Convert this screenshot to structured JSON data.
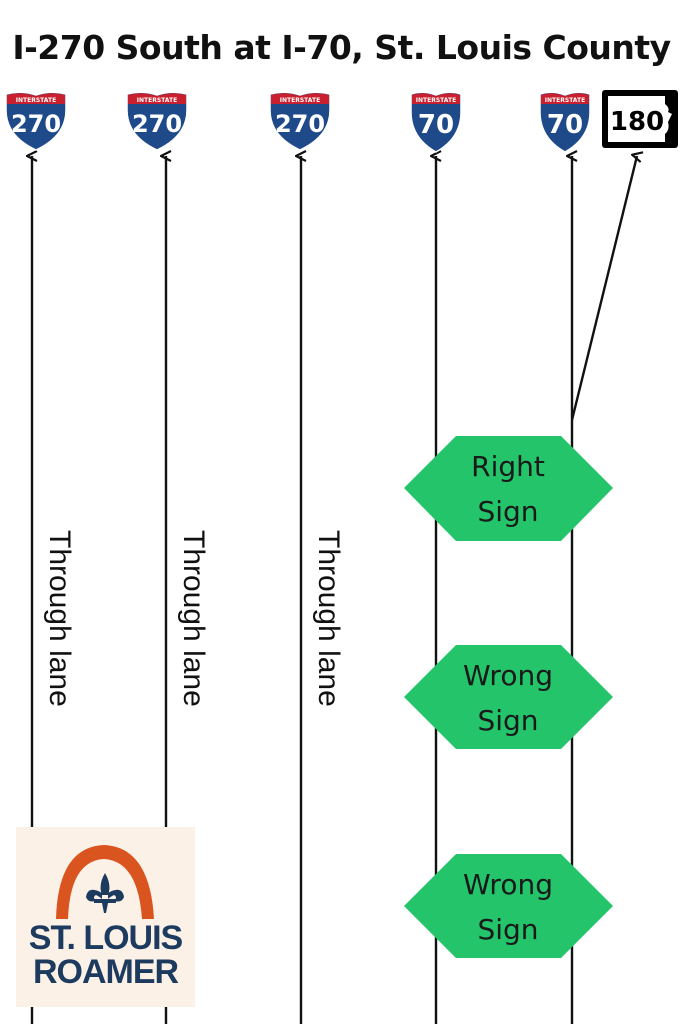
{
  "title": "I-270 South at I-70, St. Louis County",
  "shields": [
    {
      "type": "interstate",
      "top_text": "INTERSTATE",
      "number": "270"
    },
    {
      "type": "interstate",
      "top_text": "INTERSTATE",
      "number": "270"
    },
    {
      "type": "interstate",
      "top_text": "INTERSTATE",
      "number": "270"
    },
    {
      "type": "interstate",
      "top_text": "INTERSTATE",
      "number": "70"
    },
    {
      "type": "interstate",
      "top_text": "INTERSTATE",
      "number": "70"
    },
    {
      "type": "missouri-route",
      "number": "180"
    }
  ],
  "lanes": [
    {
      "label": "Through lane"
    },
    {
      "label": "Through lane"
    },
    {
      "label": "Through lane"
    },
    {
      "label": ""
    },
    {
      "label": ""
    }
  ],
  "signs": [
    {
      "line1": "Right",
      "line2": "Sign"
    },
    {
      "line1": "Wrong",
      "line2": "Sign"
    },
    {
      "line1": "Wrong",
      "line2": "Sign"
    }
  ],
  "logo": {
    "line1": "ST. LOUIS",
    "line2": "ROAMER"
  },
  "colors": {
    "interstate_blue": "#1f4a8a",
    "interstate_red": "#c8202f",
    "sign_green": "#23c46a",
    "logo_navy": "#1d3b5e",
    "logo_orange": "#d9541e",
    "logo_bg": "#fbf1e6"
  }
}
